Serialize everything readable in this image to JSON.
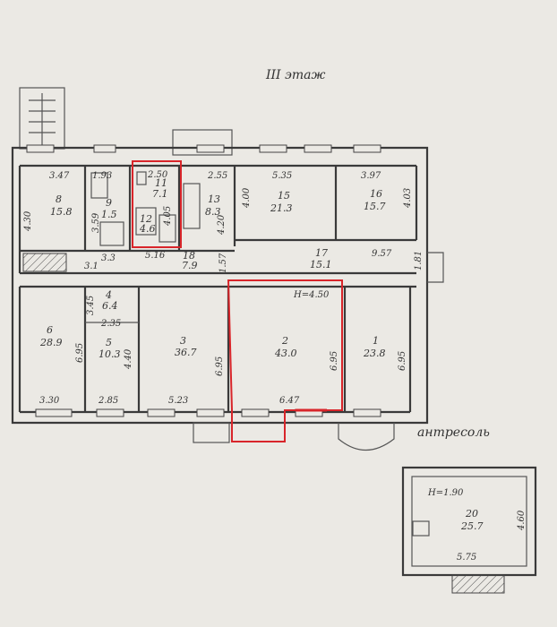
{
  "floor_title": "III этаж",
  "mezzanine_label": "антресоль",
  "rooms": [
    {
      "id": "r8",
      "number": "8",
      "area": "15.8"
    },
    {
      "id": "r9",
      "number": "9",
      "area": "1.5"
    },
    {
      "id": "r11",
      "number": "11",
      "area": "7.1"
    },
    {
      "id": "r12",
      "number": "12",
      "area": "4.6"
    },
    {
      "id": "r13",
      "number": "13",
      "area": "8.3"
    },
    {
      "id": "r15",
      "number": "15",
      "area": "21.3"
    },
    {
      "id": "r16",
      "number": "16",
      "area": "15.7"
    },
    {
      "id": "r17",
      "number": "17",
      "area": "15.1"
    },
    {
      "id": "r18",
      "number": "18",
      "area": "7.9"
    },
    {
      "id": "r6",
      "number": "6",
      "area": "28.9"
    },
    {
      "id": "r4",
      "number": "4",
      "area": "6.4"
    },
    {
      "id": "r5",
      "number": "5",
      "area": "10.3"
    },
    {
      "id": "r3",
      "number": "3",
      "area": "36.7"
    },
    {
      "id": "r2",
      "number": "2",
      "area": "43.0"
    },
    {
      "id": "r1",
      "number": "1",
      "area": "23.8"
    },
    {
      "id": "r20",
      "number": "20",
      "area": "25.7"
    }
  ],
  "dimensions": {
    "d1": "3.47",
    "d2": "1.93",
    "d3": "2.50",
    "d4": "2.55",
    "d5": "5.35",
    "d6": "3.97",
    "d7": "4.30",
    "d8": "3.59",
    "d9": "4.05",
    "d10": "4.20",
    "d11": "4.00",
    "d12": "4.03",
    "d13": "3.1",
    "d14": "3.3",
    "d15": "5.16",
    "d16": "1.57",
    "d17": "9.57",
    "d18": "1.81",
    "d19": "H=4.50",
    "d20": "3.45",
    "d21": "2.35",
    "d22": "6.95",
    "d23": "4.40",
    "d24": "6.95",
    "d25": "6.95",
    "d26": "6.95",
    "d27": "3.30",
    "d28": "2.85",
    "d29": "5.23",
    "d30": "6.47",
    "d31": "H=1.90",
    "d32": "4.60",
    "d33": "5.75"
  }
}
